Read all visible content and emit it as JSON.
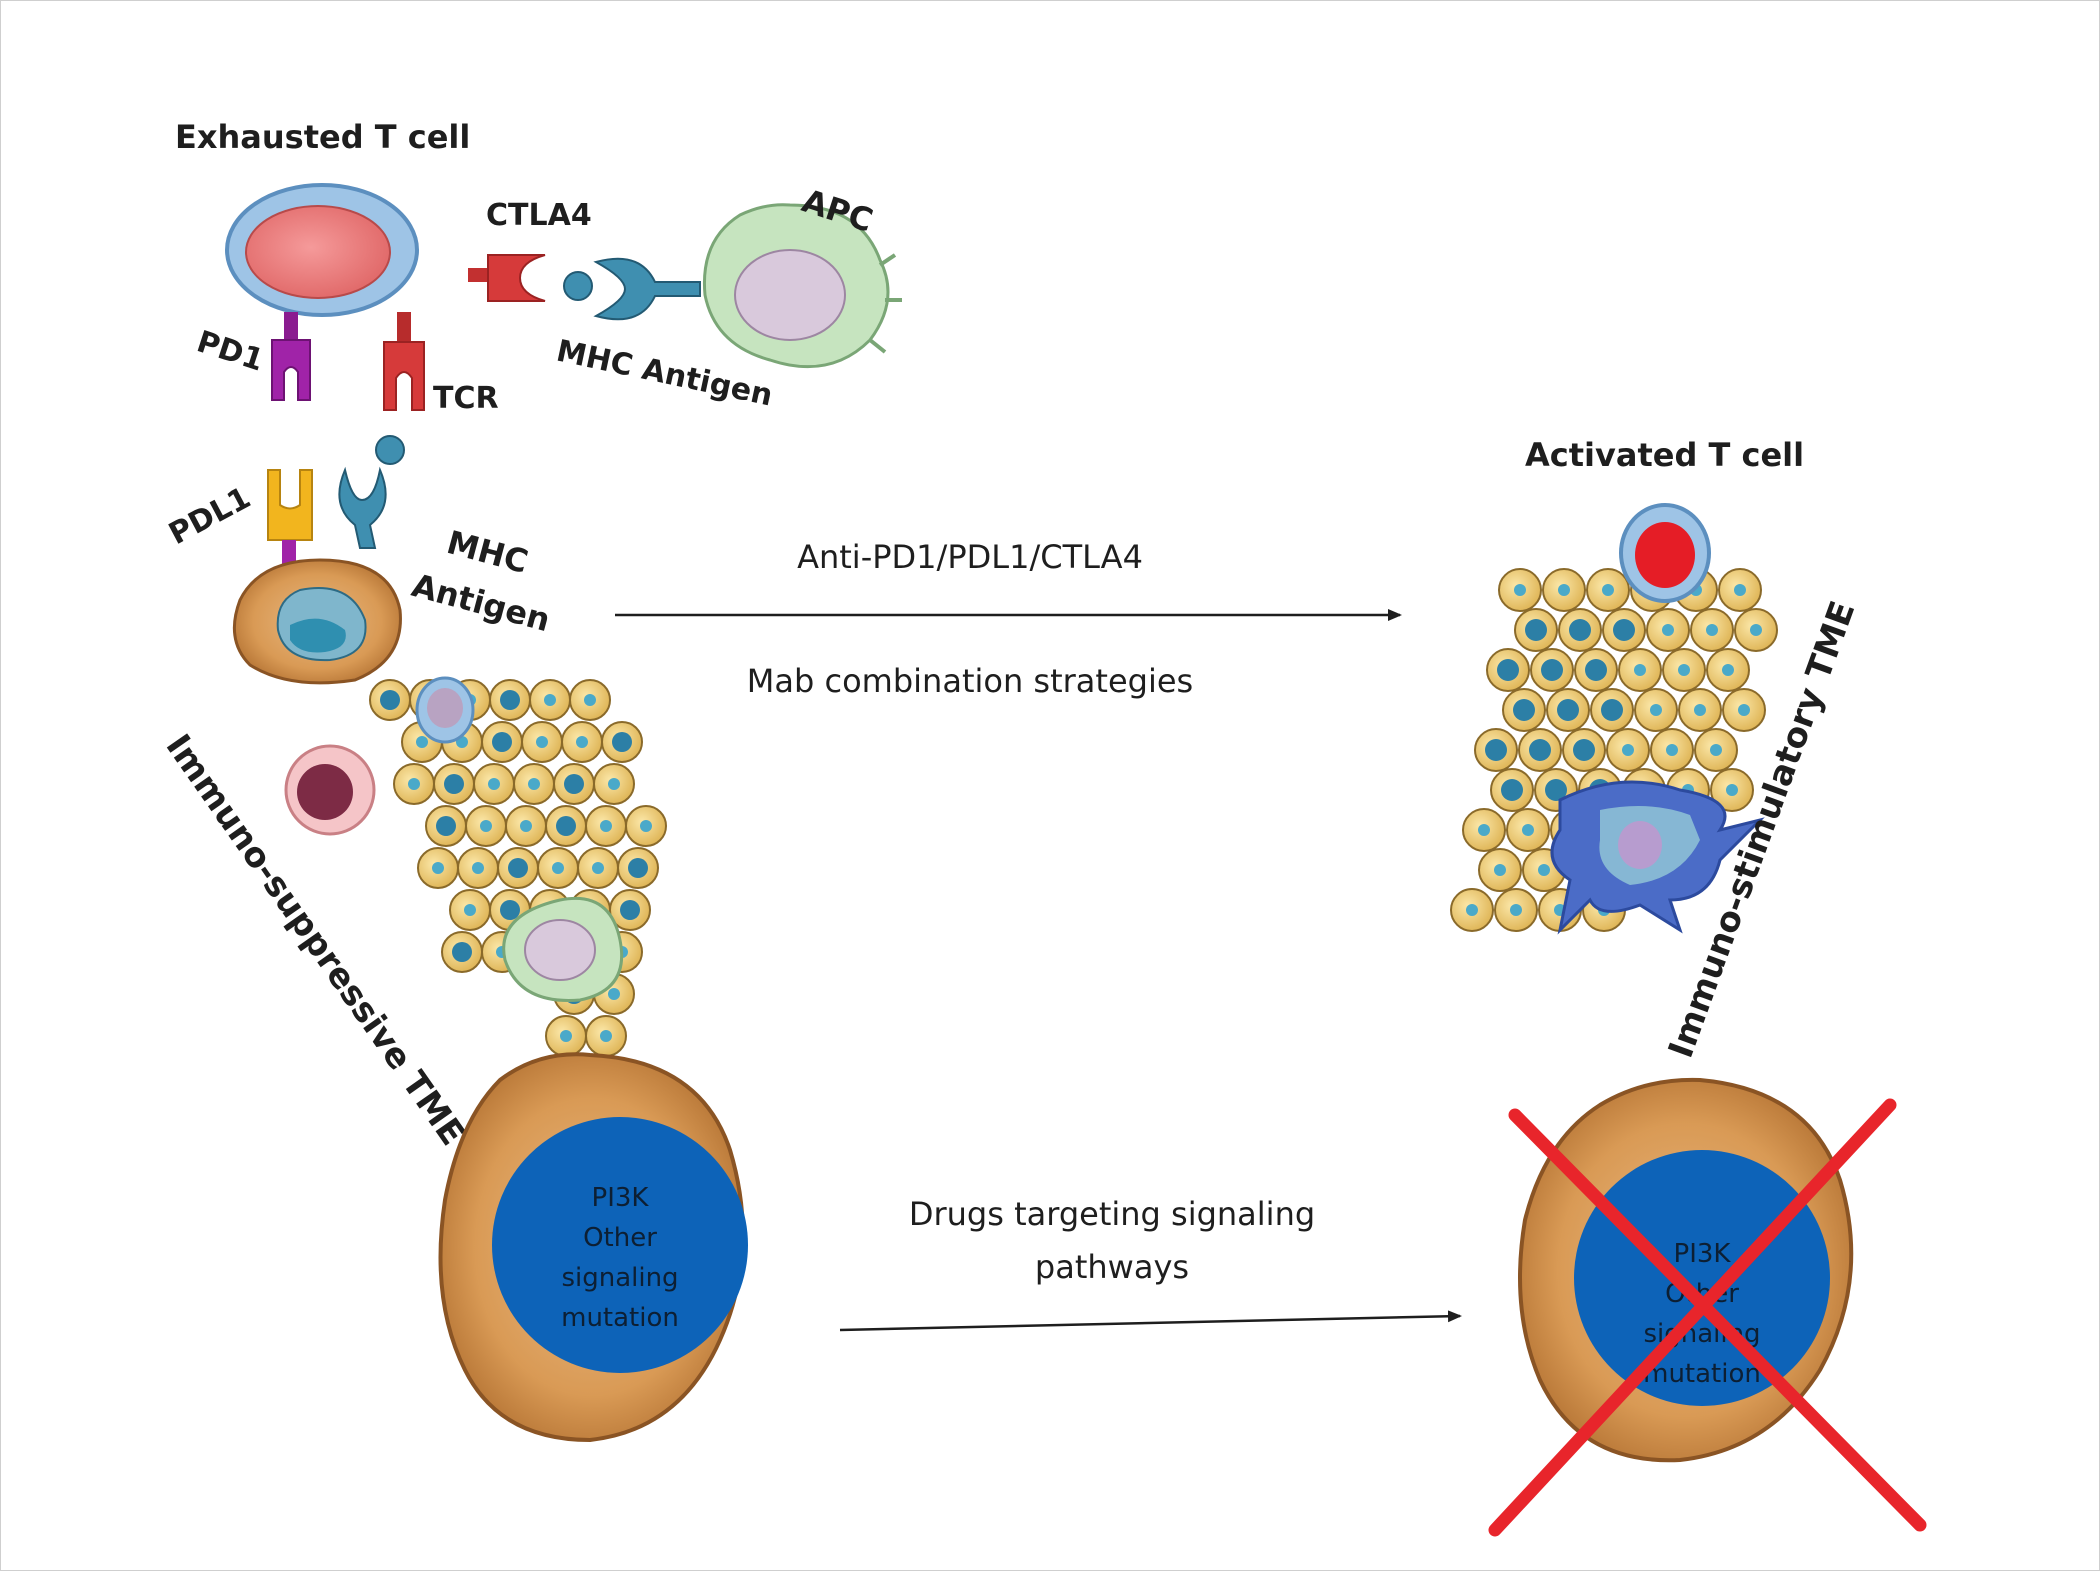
{
  "labels": {
    "exhausted_t_cell": "Exhausted T cell",
    "ctla4": "CTLA4",
    "apc": "APC",
    "pd1": "PD1",
    "tcr": "TCR",
    "mhc_antigen_top": "MHC Antigen",
    "pdl1": "PDL1",
    "mhc": "MHC",
    "antigen": "Antigen",
    "activated_t_cell": "Activated T cell",
    "immuno_suppressive": "Immuno-suppressive TME",
    "immuno_stimulatory": "Immuno-stimulatory TME"
  },
  "arrow_top": {
    "label_above": "Anti-PD1/PDL1/CTLA4",
    "label_below": "Mab combination strategies"
  },
  "arrow_bottom": {
    "label_line1": "Drugs targeting signaling",
    "label_line2": "pathways"
  },
  "tumor_left": {
    "lines": [
      "PI3K",
      "Other",
      "signaling",
      "mutation"
    ]
  },
  "tumor_right": {
    "lines": [
      "PI3K",
      "Other",
      "signaling",
      "mutation"
    ]
  },
  "colors": {
    "cell_membrane": "#d89a54",
    "nucleus_blue": "#0d63b8",
    "cross_red": "#e8252b",
    "t_cell_nucleus": "#f07c7c",
    "t_cell_membrane": "#9ec4e6",
    "receptor_red": "#d63a3a",
    "pd1_purple": "#a023a8",
    "pdl1_yellow": "#f2b51e",
    "mhc_teal": "#3f8fb0",
    "apc_green": "#c6e4bf"
  }
}
